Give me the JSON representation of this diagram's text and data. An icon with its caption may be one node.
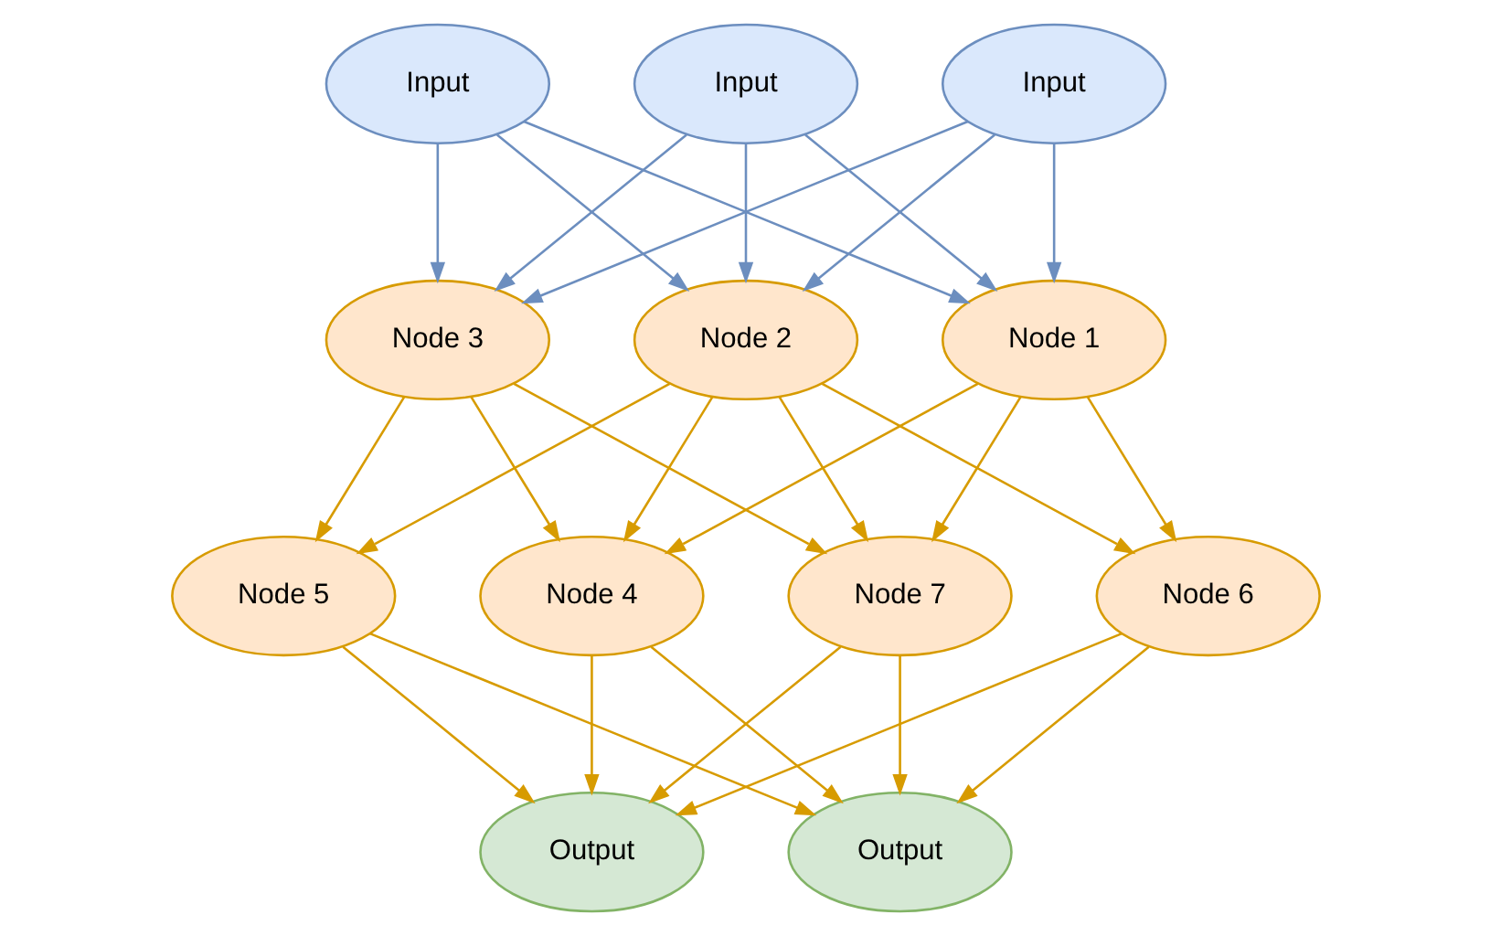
{
  "diagram": {
    "nodes": [
      {
        "text": [
          "Input"
        ]
      },
      {
        "text": [
          "Input"
        ]
      },
      {
        "text": [
          "Input"
        ]
      },
      {
        "text": [
          "Node 1"
        ]
      },
      {
        "text": [
          "Node 2"
        ]
      },
      {
        "text": [
          "Node 3"
        ]
      },
      {
        "text": [
          "Node 4"
        ]
      },
      {
        "text": [
          "Node 5"
        ]
      },
      {
        "text": [
          "Node 6"
        ]
      },
      {
        "text": [
          "Node 7"
        ]
      },
      {
        "text": [
          "Output"
        ]
      },
      {
        "text": [
          "Output"
        ]
      }
    ],
    "edges": [
      {
        "from": 0,
        "to": 3,
        "arrow": "to",
        "color": "#6c8ebf"
      },
      {
        "from": 0,
        "to": 4,
        "arrow": "to",
        "color": "#6c8ebf"
      },
      {
        "from": 0,
        "to": 5,
        "arrow": "to",
        "color": "#6c8ebf"
      },
      {
        "from": 1,
        "to": 3,
        "arrow": "to",
        "color": "#6c8ebf"
      },
      {
        "from": 1,
        "to": 4,
        "arrow": "to",
        "color": "#6c8ebf"
      },
      {
        "from": 1,
        "to": 5,
        "arrow": "to",
        "color": "#6c8ebf"
      },
      {
        "from": 2,
        "to": 3,
        "arrow": "to",
        "color": "#6c8ebf"
      },
      {
        "from": 2,
        "to": 4,
        "arrow": "to",
        "color": "#6c8ebf"
      },
      {
        "from": 2,
        "to": 5,
        "arrow": "to",
        "color": "#6c8ebf"
      },
      {
        "from": 3,
        "to": 6,
        "arrow": "to"
      },
      {
        "from": 3,
        "to": 8,
        "arrow": "to"
      },
      {
        "from": 3,
        "to": 9,
        "arrow": "to"
      },
      {
        "from": 4,
        "to": 6,
        "arrow": "to"
      },
      {
        "from": 4,
        "to": 7,
        "arrow": "to"
      },
      {
        "from": 4,
        "to": 8,
        "arrow": "to"
      },
      {
        "from": 4,
        "to": 9,
        "arrow": "to"
      },
      {
        "from": 5,
        "to": 6,
        "arrow": "to"
      },
      {
        "from": 5,
        "to": 7,
        "arrow": "to"
      },
      {
        "from": 5,
        "to": 9,
        "arrow": "to"
      },
      {
        "from": 6,
        "to": 10,
        "arrow": "to"
      },
      {
        "from": 6,
        "to": 11,
        "arrow": "to"
      },
      {
        "from": 7,
        "to": 10,
        "arrow": "to"
      },
      {
        "from": 7,
        "to": 11,
        "arrow": "to"
      },
      {
        "from": 8,
        "to": 10,
        "arrow": "to"
      },
      {
        "from": 8,
        "to": 11,
        "arrow": "to"
      },
      {
        "from": 9,
        "to": 10,
        "arrow": "to"
      },
      {
        "from": 9,
        "to": 11,
        "arrow": "to"
      }
    ]
  }
}
